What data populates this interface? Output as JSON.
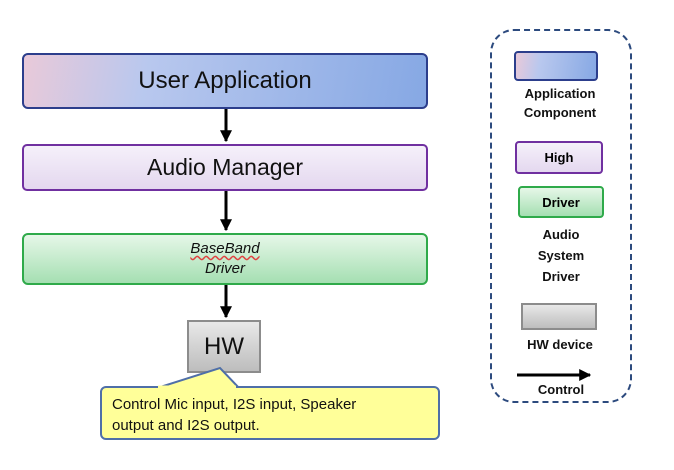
{
  "layers": {
    "user_application": "User Application",
    "audio_manager": "Audio Manager",
    "baseband_line1": "BaseBand",
    "baseband_line2": "Driver",
    "hw": "HW"
  },
  "callout": {
    "line1": "Control Mic input, I2S input, Speaker",
    "line2": "output and I2S output."
  },
  "legend": {
    "application_line1": "Application",
    "application_line2": "Component",
    "high": "High",
    "driver": "Driver",
    "audio_line1": "Audio",
    "audio_line2": "System",
    "audio_line3": "Driver",
    "hw_device": "HW device",
    "control": "Control"
  },
  "colors": {
    "application": "#86a8e4",
    "high": "#7030a0",
    "driver": "#2faa4a",
    "hw": "#bdbdbd",
    "callout": "#ffff99",
    "legend_border": "#2c4a7e"
  }
}
